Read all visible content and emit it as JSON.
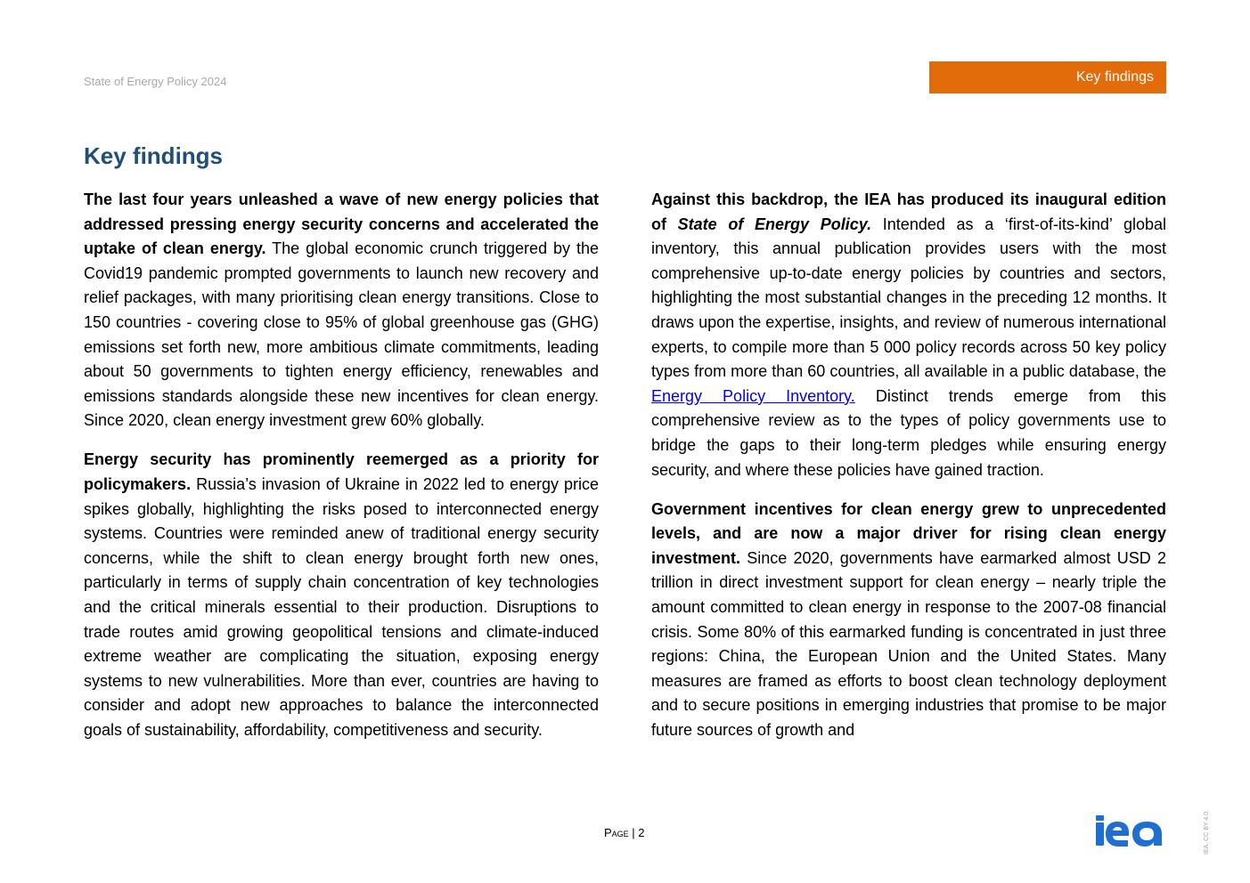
{
  "header": {
    "running_title": "State of Energy Policy 2024",
    "section_tab": "Key findings"
  },
  "page_title": "Key findings",
  "left_column": {
    "p1_lead": "The last four years unleashed a wave of new energy policies that addressed pressing energy security concerns and accelerated the uptake of clean energy.",
    "p1_body": " The global economic crunch triggered by the Covid19 pandemic prompted governments to launch new recovery and relief packages, with many prioritising clean energy transitions.  Close to 150 countries - covering close to 95% of global greenhouse gas (GHG) emissions set forth new, more ambitious climate commitments, leading about 50 governments to tighten energy efficiency, renewables and emissions standards alongside these new incentives for clean energy. Since 2020, clean energy investment grew 60% globally.",
    "p2_lead": "Energy security has prominently reemerged as a priority for policymakers.",
    "p2_body": " Russia’s invasion of Ukraine in 2022 led to energy price spikes globally, highlighting the risks posed to interconnected energy systems. Countries were reminded anew of traditional energy security concerns, while the shift to clean energy brought forth new ones, particularly in terms of supply chain concentration of key technologies and the critical minerals essential to their production. Disruptions to trade routes amid growing geopolitical tensions and climate-induced extreme weather are complicating the situation, exposing energy systems to new vulnerabilities. More than ever, countries are having to consider and adopt new approaches to balance the interconnected goals of sustainability, affordability, competitiveness and security."
  },
  "right_column": {
    "p1_lead_a": "Against this backdrop, the IEA has produced its inaugural edition of ",
    "p1_lead_title": "State of Energy Policy.",
    "p1_body_a": " Intended as a ‘first-of-its-kind’ global inventory, this annual publication provides users with the most comprehensive up-to-date energy policies by countries and sectors, highlighting  the most substantial changes in the preceding 12 months. It draws upon the expertise, insights, and review of numerous international experts, to compile more than 5 000 policy records across 50 key policy types from more than 60 countries, all available in a public database, the ",
    "p1_link": "Energy Policy Inventory.",
    "p1_body_b": " Distinct trends emerge from this comprehensive review as to the types of policy governments use to bridge the gaps to their long-term pledges while ensuring energy security, and where these policies have gained traction.",
    "p2_lead": "Government incentives for clean energy grew to unprecedented levels, and are now a major driver for rising clean energy investment.",
    "p2_body": " Since 2020, governments have earmarked almost USD 2 trillion in direct investment support for clean energy – nearly triple the amount committed to clean energy in response to the 2007-08 financial crisis. Some 80% of this earmarked funding is concentrated in just three regions: China, the European Union and the United States. Many measures are framed as efforts to boost clean technology deployment and to secure positions in emerging industries that promise to be major future sources of growth and"
  },
  "footer": {
    "page_label": "Page",
    "separator": " | ",
    "page_number": "2",
    "logo_text": "iea",
    "license": "IEA. CC BY 4.0."
  },
  "colors": {
    "tab_background": "#e36c0a",
    "title_color": "#1f4e79",
    "logo_color": "#1f6fd0",
    "link_color": "#0000ee"
  }
}
